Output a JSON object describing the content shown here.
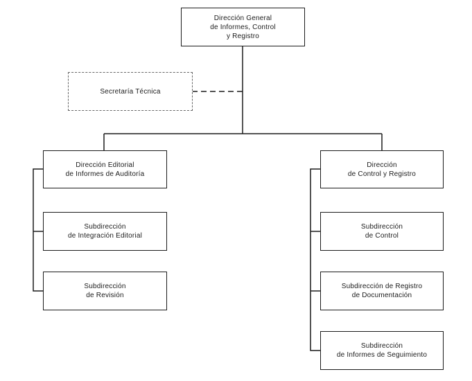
{
  "org_chart": {
    "root": {
      "line1": "Dirección General",
      "line2": "de Informes, Control",
      "line3": "y Registro"
    },
    "staff": {
      "line1": "Secretaría Técnica"
    },
    "left_branch": {
      "head": {
        "line1": "Dirección Editorial",
        "line2": "de Informes de Auditoría"
      },
      "children": [
        {
          "line1": "Subdirección",
          "line2": "de Integración Editorial"
        },
        {
          "line1": "Subdirección",
          "line2": "de Revisión"
        }
      ]
    },
    "right_branch": {
      "head": {
        "line1": "Dirección",
        "line2": "de Control y Registro"
      },
      "children": [
        {
          "line1": "Subdirección",
          "line2": "de Control"
        },
        {
          "line1": "Subdirección de Registro",
          "line2": "de Documentación"
        },
        {
          "line1": "Subdirección",
          "line2": "de Informes de Seguimiento"
        }
      ]
    }
  }
}
